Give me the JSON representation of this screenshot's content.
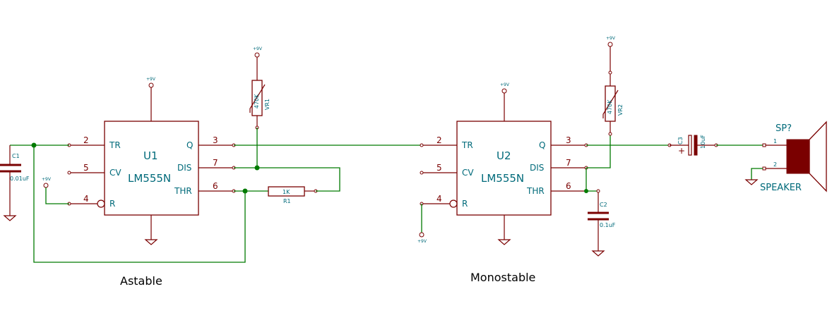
{
  "captions": {
    "astable": "Astable",
    "monostable": "Monostable"
  },
  "u1": {
    "ref": "U1",
    "value": "LM555N",
    "pins": {
      "tr": "TR",
      "cv": "CV",
      "r": "R",
      "q": "Q",
      "dis": "DIS",
      "thr": "THR"
    },
    "pin_numbers": {
      "tr": "2",
      "cv": "5",
      "r": "4",
      "q": "3",
      "dis": "7",
      "thr": "6"
    }
  },
  "u2": {
    "ref": "U2",
    "value": "LM555N",
    "pins": {
      "tr": "TR",
      "cv": "CV",
      "r": "R",
      "q": "Q",
      "dis": "DIS",
      "thr": "THR"
    },
    "pin_numbers": {
      "tr": "2",
      "cv": "5",
      "r": "4",
      "q": "3",
      "dis": "7",
      "thr": "6"
    }
  },
  "power": {
    "label": "+9V"
  },
  "c1": {
    "ref": "C1",
    "value": "0.01uF"
  },
  "c2": {
    "ref": "C2",
    "value": "0.1uF"
  },
  "c3": {
    "ref": "C3",
    "value": "10uF",
    "polarity": "+"
  },
  "r1": {
    "ref": "R1",
    "value": "1K"
  },
  "vr1": {
    "ref": "VR1",
    "value": "470K"
  },
  "vr2": {
    "ref": "VR2",
    "value": "470K"
  },
  "speaker": {
    "ref": "SP?",
    "value": "SPEAKER",
    "pin1": "1",
    "pin2": "2"
  },
  "colors": {
    "wire": "#007a00",
    "component": "#7a0000",
    "label": "#006a7a"
  }
}
